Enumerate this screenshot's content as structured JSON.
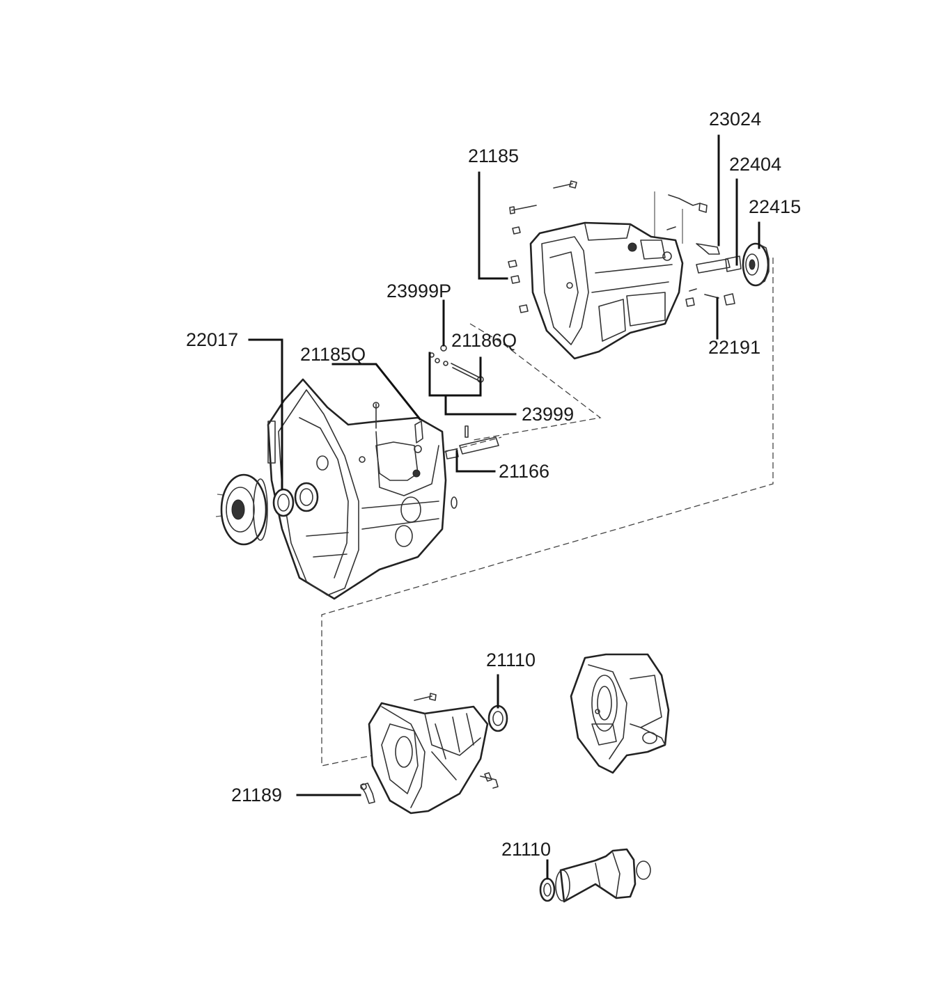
{
  "callouts": [
    {
      "id": "c23024",
      "label": "23024"
    },
    {
      "id": "c22404",
      "label": "22404"
    },
    {
      "id": "c22415",
      "label": "22415"
    },
    {
      "id": "c21185",
      "label": "21185"
    },
    {
      "id": "c23999P",
      "label": "23999P"
    },
    {
      "id": "c21186Q",
      "label": "21186Q"
    },
    {
      "id": "c22017",
      "label": "22017"
    },
    {
      "id": "c21185Q",
      "label": "21185Q"
    },
    {
      "id": "c22191",
      "label": "22191"
    },
    {
      "id": "c23999",
      "label": "23999"
    },
    {
      "id": "c21166",
      "label": "21166"
    },
    {
      "id": "c21110a",
      "label": "21110"
    },
    {
      "id": "c21189",
      "label": "21189"
    },
    {
      "id": "c21110b",
      "label": "21110"
    }
  ]
}
